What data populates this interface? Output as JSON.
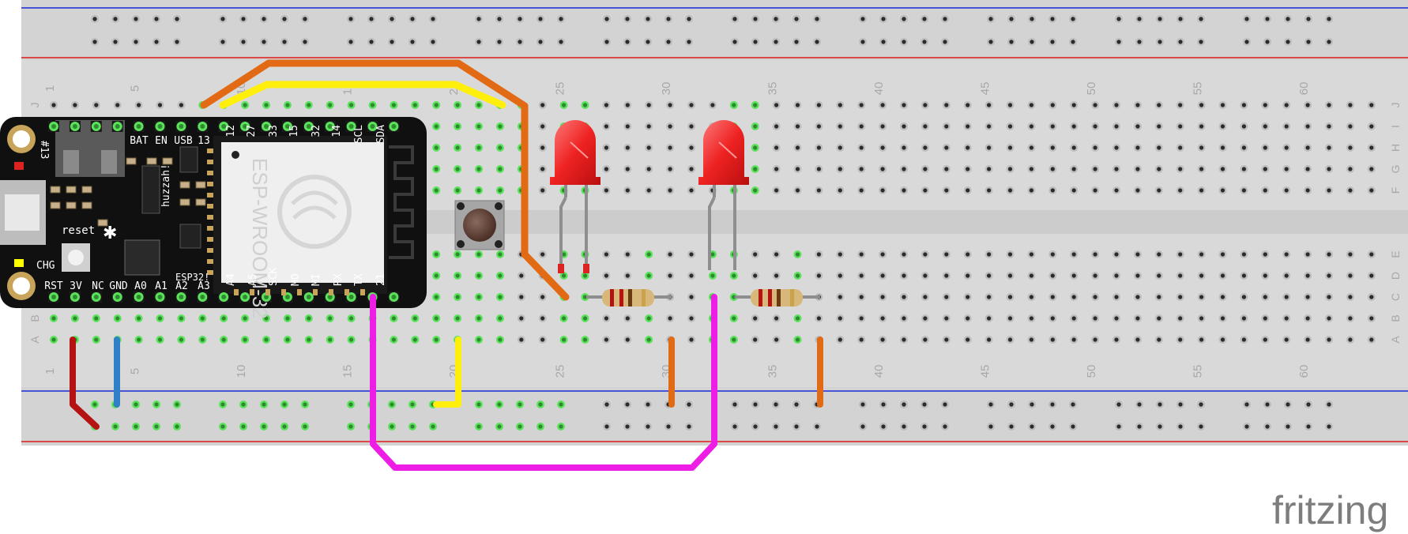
{
  "breadboard": {
    "row_labels_top": [
      "J",
      "I",
      "H",
      "G",
      "F"
    ],
    "row_labels_bottom": [
      "E",
      "D",
      "C",
      "B",
      "A"
    ],
    "column_numbers": [
      "1",
      "5",
      "10",
      "15",
      "20",
      "25",
      "30",
      "35",
      "40",
      "45",
      "50",
      "55",
      "60"
    ]
  },
  "board": {
    "silk": [
      "BAT",
      "EN",
      "USB",
      "13",
      "12",
      "27",
      "33",
      "15",
      "32",
      "14",
      "SCL",
      "SDA"
    ],
    "silk_bottom": [
      "RST",
      "3V",
      "NC",
      "GND",
      "A0",
      "A1",
      "A2",
      "A3",
      "A4",
      "A5",
      "SCK",
      "MO",
      "MI",
      "RX",
      "TX",
      "21"
    ],
    "module": "ESP-WROOM-32",
    "side_labels": [
      "reset",
      "huzzah!",
      "ESP32!",
      "CHG",
      "#13"
    ]
  },
  "watermark": "fritzing",
  "colors": {
    "orange": "#e36a14",
    "yellow": "#ffef0a",
    "magenta": "#ee1de6",
    "red": "#b51212",
    "blue": "#2f80c7",
    "rail_blue": "#1a2ad8",
    "rail_red": "#e01a1a",
    "hole_active": "#5ce15c"
  }
}
